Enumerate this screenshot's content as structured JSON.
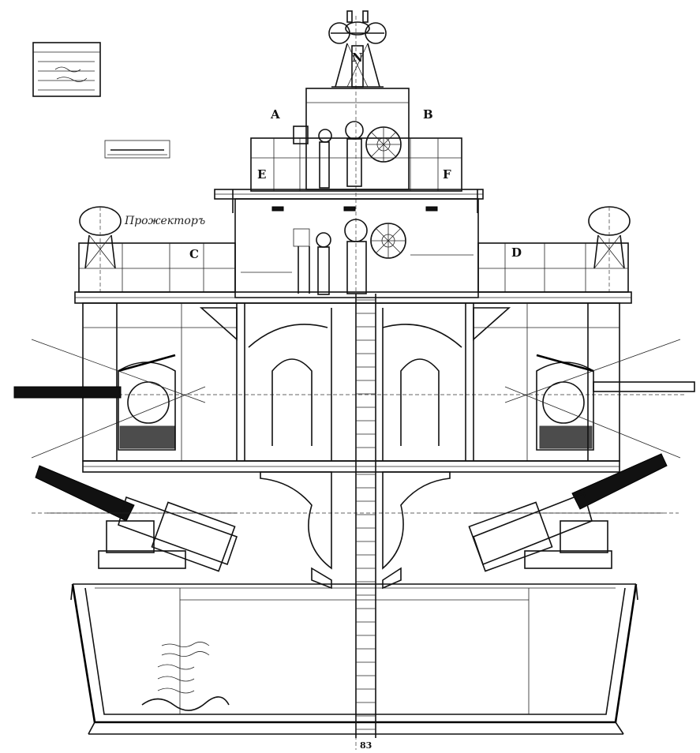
{
  "labels": {
    "a": "A",
    "b": "B",
    "c": "C",
    "d": "D",
    "e": "E",
    "f": "F",
    "n": "N",
    "bottom": "83"
  },
  "handwriting": {
    "searchlight": "Прожекторъ"
  }
}
